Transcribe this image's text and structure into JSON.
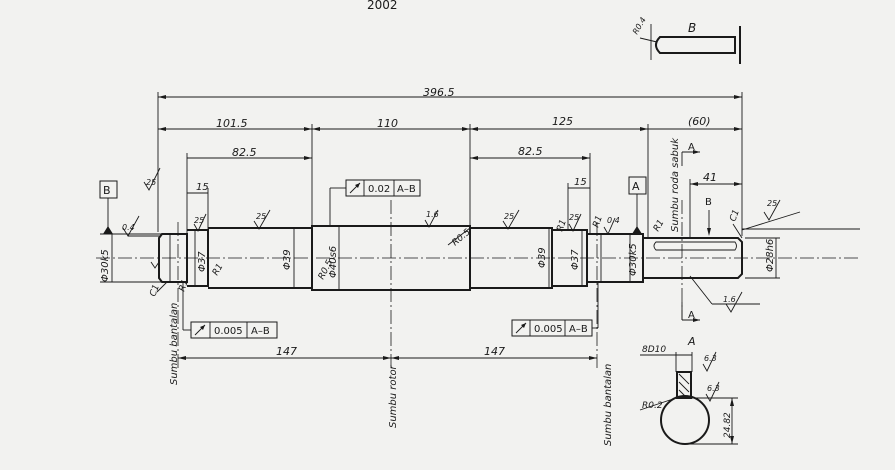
{
  "header": {
    "year": "2002"
  },
  "dimensions": {
    "overall": "396.5",
    "seg1": "101.5",
    "seg2": "110",
    "seg3": "125",
    "seg4": "(60)",
    "left_inner": "82.5",
    "right_inner": "82.5",
    "left_15": "15",
    "right_15": "15",
    "end_41": "41",
    "bearing_left": "147",
    "bearing_right": "147"
  },
  "diameters": {
    "d30k5_left": "Φ30k5",
    "d37_left": "Φ37",
    "d39_left": "Φ39",
    "d40s6": "Φ40s6",
    "d39_right": "Φ39",
    "d37_right": "Φ37",
    "d30k5_right": "Φ30k5",
    "d28h6": "Φ28h6"
  },
  "radii": {
    "r05_left": "R0.5",
    "r05_mid": "R0.5",
    "r1_a": "R1",
    "r1_b": "R1",
    "r1_c": "R1",
    "r1_d": "R1",
    "r1_e": "R1",
    "r04_top": "R0.4",
    "r02": "R0.2"
  },
  "chamfers": {
    "c1_left": "C1",
    "c1_right": "C1"
  },
  "roughness": {
    "r25_a": "25",
    "r25_b": "25",
    "r25_c": "25",
    "r25_d": "25",
    "r25_e": "25",
    "r25_f": "25",
    "r16_a": "1.6",
    "r16_b": "1.6",
    "r04_left": "0.4",
    "r04_right": "0.4",
    "r63_a": "6.3",
    "r63_b": "6.3"
  },
  "datums": {
    "a": "A",
    "b": "B"
  },
  "tolerances": {
    "top": {
      "value": "0.02",
      "ref": "A–B"
    },
    "bottom_left": {
      "value": "0.005",
      "ref": "A–B"
    },
    "bottom_right": {
      "value": "0.005",
      "ref": "A–B"
    }
  },
  "labels": {
    "sumbu_bantalan_left": "Sumbu bantalan",
    "sumbu_rotor": "Sumbu rotor",
    "sumbu_bantalan_right": "Sumbu bantalan",
    "sumbu_roda_sabuk": "Sumbu roda sabuk",
    "section_a_top": "A",
    "section_a_bottom": "A",
    "section_a_label": "A",
    "view_b_label": "B",
    "view_b_arrow": "B"
  },
  "key_section": {
    "width": "8D10",
    "depth": "24.82"
  }
}
